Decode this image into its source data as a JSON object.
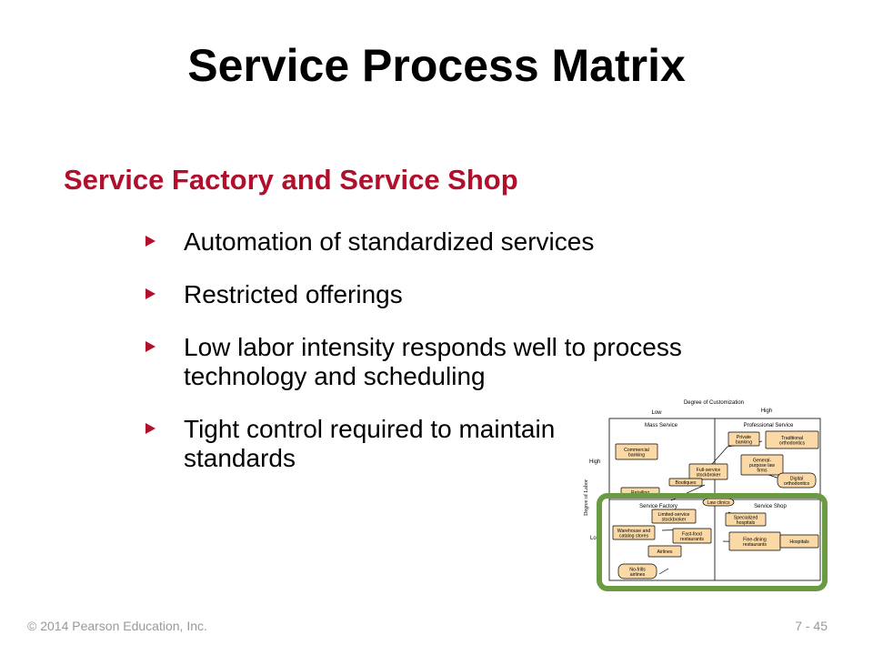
{
  "slide": {
    "title": "Service Process Matrix",
    "subtitle": "Service Factory and Service Shop",
    "bullets": [
      "Automation of standardized services",
      "Restricted offerings",
      "Low labor intensity responds well to process technology and scheduling",
      "Tight control required to maintain standards"
    ],
    "footer_left": "© 2014 Pearson Education, Inc.",
    "footer_right": "7 - 45"
  },
  "matrix": {
    "x_axis_title": "Degree of Customization",
    "x_low": "Low",
    "x_high": "High",
    "y_axis_title": "Degree of Labor",
    "y_high": "High",
    "y_low": "Lo",
    "quadrants": {
      "mass_service": "Mass Service",
      "professional_service": "Professional Service",
      "service_factory": "Service Factory",
      "service_shop": "Service Shop"
    },
    "boxes": {
      "commercial_banking": [
        "Commercial",
        "banking"
      ],
      "private_banking": [
        "Private",
        "banking"
      ],
      "traditional_ortho": [
        "Traditional",
        "orthodontics"
      ],
      "full_service_broker": [
        "Full-service",
        "stockbroker"
      ],
      "general_purpose_law": [
        "General-",
        "purpose law",
        "firms"
      ],
      "digital_ortho": [
        "Digital",
        "orthodontics"
      ],
      "boutiques": [
        "Boutiques"
      ],
      "retailing": [
        "Retailing"
      ],
      "law_clinics": [
        "Law clinics"
      ],
      "limited_service_broker": [
        "Limited-service",
        "stockbroker"
      ],
      "specialized_hospitals": [
        "Specialized",
        "hospitals"
      ],
      "warehouse_stores": [
        "Warehouse and",
        "catalog stores"
      ],
      "fast_food": [
        "Fast-food",
        "restaurants"
      ],
      "fine_dining": [
        "Fine-dining",
        "restaurants"
      ],
      "hospitals": [
        "Hospitals"
      ],
      "airlines": [
        "Airlines"
      ],
      "no_frills_airlines": [
        "No-frills",
        "airlines"
      ]
    },
    "colors": {
      "box_fill": "#fad9a6",
      "frame": "#6a9a42",
      "accent": "#b0102b"
    }
  }
}
